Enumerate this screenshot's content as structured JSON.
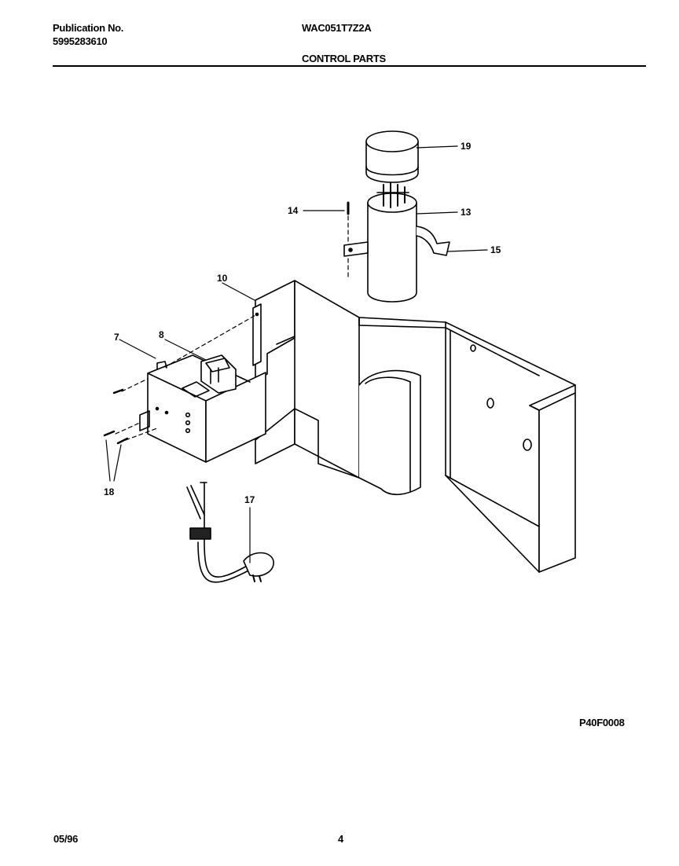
{
  "header": {
    "publication_label": "Publication No.",
    "publication_number": "5995283610",
    "model": "WAC051T7Z2A",
    "section_title": "CONTROL PARTS"
  },
  "diagram": {
    "callouts": {
      "c7": "7",
      "c8": "8",
      "c10": "10",
      "c13": "13",
      "c14": "14",
      "c15": "15",
      "c17": "17",
      "c18": "18",
      "c19": "19"
    }
  },
  "footer": {
    "figure_code": "P40F0008",
    "date": "05/96",
    "page_number": "4"
  }
}
